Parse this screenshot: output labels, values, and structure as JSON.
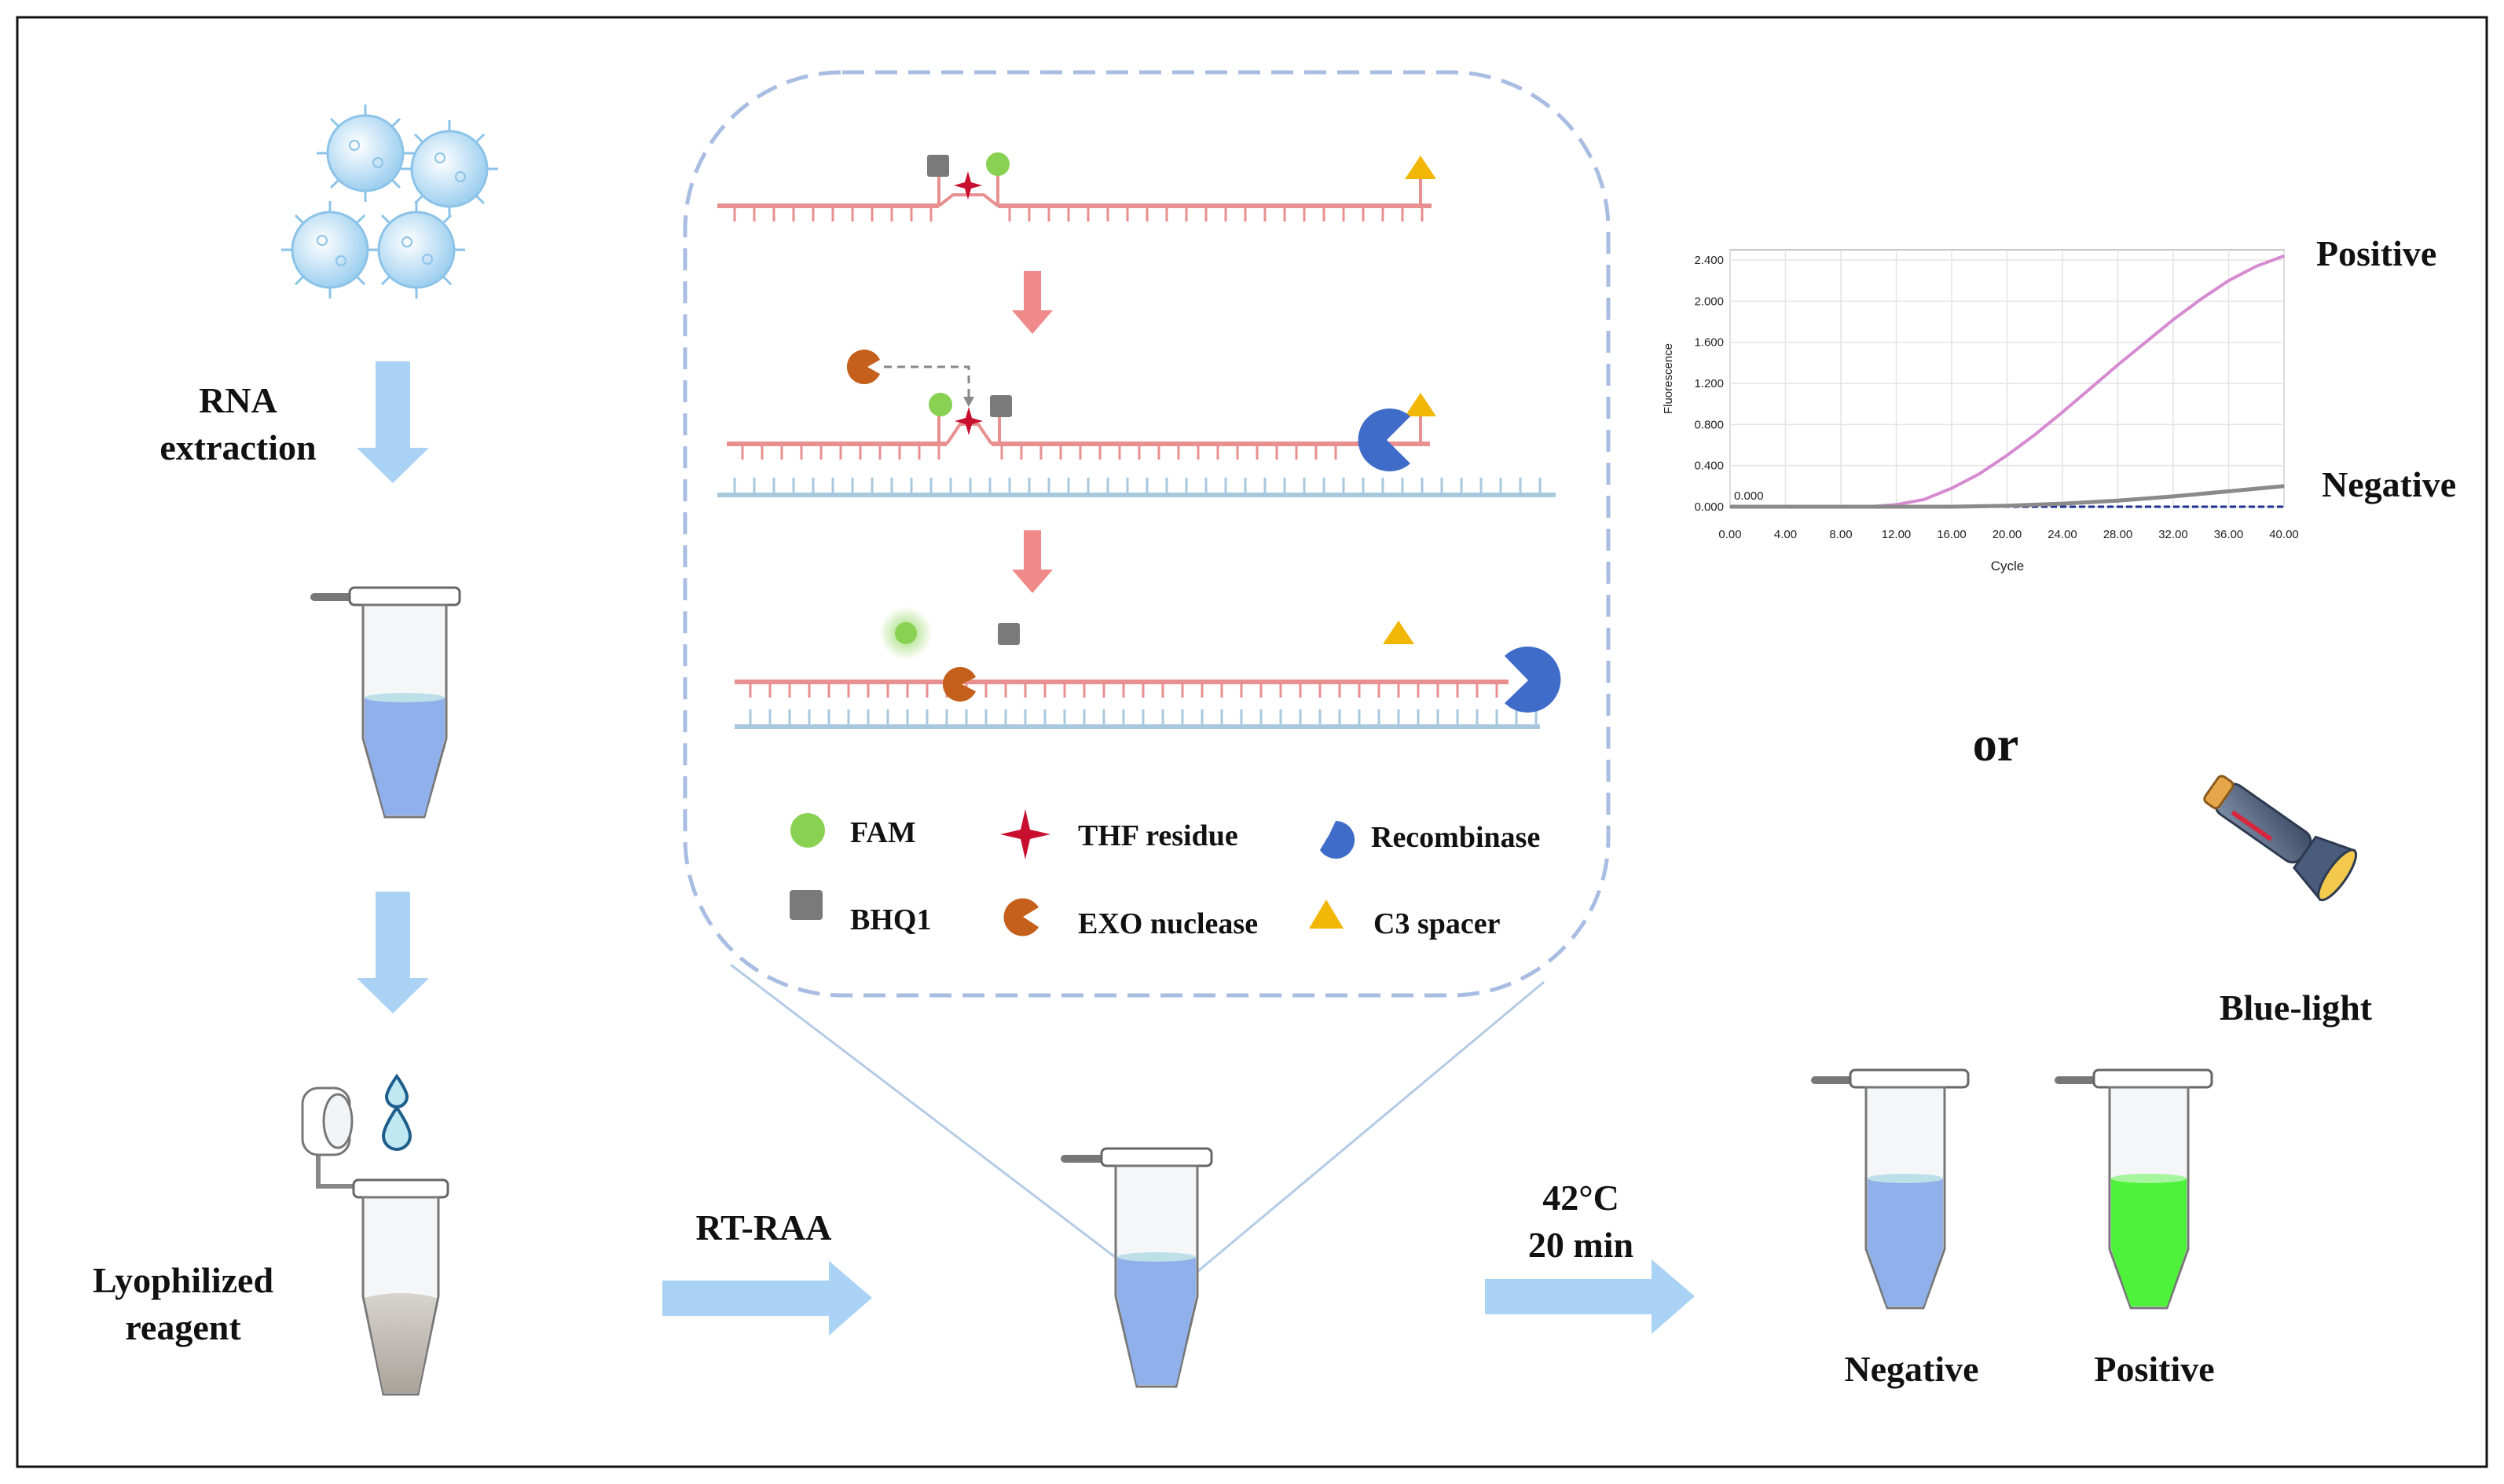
{
  "colors": {
    "arrow_blue": "#a9d2f5",
    "arrow_red": "#f08a8a",
    "strand_red": "#e88f8f",
    "strand_blue": "#a8c8de",
    "liquid_blue": "#8fb0ea",
    "liquid_green": "#4ff23a",
    "fam_green": "#88d152",
    "bhq_gray": "#7a7a7a",
    "thf_red": "#c8102e",
    "exo_orange": "#c4601c",
    "recombinase_blue": "#3e6cc8",
    "c3_yellow": "#f2b705",
    "dashed_border": "#a9bde3",
    "positive_curve": "#d68ad0",
    "negative_curve": "#8a8a8a",
    "baseline": "#1f2f8f"
  },
  "workflow": {
    "rna_extraction_line1": "RNA",
    "rna_extraction_line2": "extraction",
    "lyophilized_line1": "Lyophilized",
    "lyophilized_line2": "reagent",
    "rt_raa": "RT-RAA",
    "temperature": "42°C",
    "duration": "20 min",
    "or": "or",
    "blue_light": "Blue-light",
    "tube_negative": "Negative",
    "tube_positive": "Positive"
  },
  "legend": {
    "fam": "FAM",
    "thf": "THF residue",
    "recombinase": "Recombinase",
    "bhq1": "BHQ1",
    "exo": "EXO nuclease",
    "c3": "C3 spacer"
  },
  "chart_data": {
    "type": "line",
    "xlabel": "Cycle",
    "ylabel": "Fluorescence",
    "xlim": [
      0,
      40
    ],
    "ylim": [
      0,
      2.5
    ],
    "x_ticks": [
      "0.00",
      "4.00",
      "8.00",
      "12.00",
      "16.00",
      "20.00",
      "24.00",
      "28.00",
      "32.00",
      "36.00",
      "40.00"
    ],
    "y_ticks": [
      "0.000",
      "0.400",
      "0.800",
      "1.200",
      "1.600",
      "2.000",
      "2.400"
    ],
    "threshold_label": "0.000",
    "grid": true,
    "series": [
      {
        "name": "Positive",
        "x": [
          0,
          2,
          4,
          6,
          8,
          10,
          12,
          14,
          16,
          18,
          20,
          22,
          24,
          26,
          28,
          30,
          32,
          34,
          36,
          38,
          40
        ],
        "y": [
          0,
          0,
          0,
          0,
          0,
          0,
          0.02,
          0.07,
          0.18,
          0.32,
          0.5,
          0.7,
          0.92,
          1.15,
          1.38,
          1.6,
          1.82,
          2.02,
          2.2,
          2.34,
          2.44
        ]
      },
      {
        "name": "Negative",
        "x": [
          0,
          4,
          8,
          12,
          16,
          20,
          24,
          28,
          32,
          36,
          40
        ],
        "y": [
          0,
          0,
          0,
          0,
          0,
          0.01,
          0.03,
          0.06,
          0.1,
          0.15,
          0.2
        ]
      }
    ]
  }
}
